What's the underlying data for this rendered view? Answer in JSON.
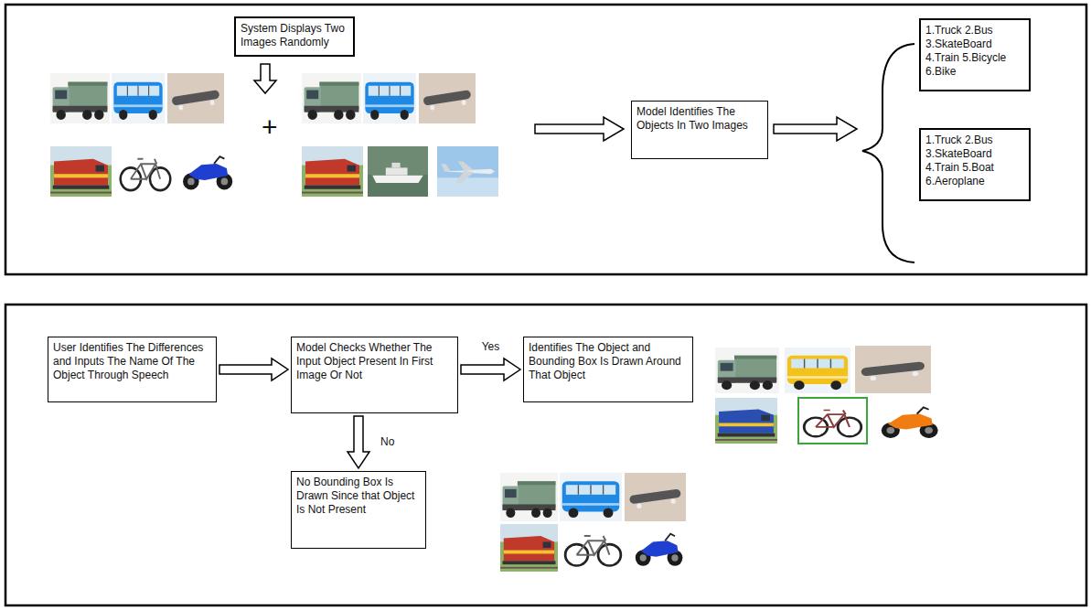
{
  "diagram": {
    "nodes": [
      {
        "text": [
          "System Displays Two Images Randomly"
        ]
      },
      {
        "text": [
          "Model Identifies The Objects In Two Images"
        ]
      },
      {
        "text": [
          "1.Truck 2.Bus 3.SkateBoard 4.Train 5.Bicycle 6.Bike"
        ]
      },
      {
        "text": [
          "1.Truck 2.Bus 3.SkateBoard 4.Train 5.Boat 6.Aeroplane"
        ]
      },
      {
        "text": [
          "User Identifies The Differences and Inputs The Name Of The Object Through Speech"
        ]
      },
      {
        "text": [
          "Model Checks Whether The Input Object Present In First Image Or Not"
        ]
      },
      {
        "text": [
          "Identifies The Object and Bounding Box Is Drawn Around That Object"
        ]
      },
      {
        "text": [
          "No Bounding Box Is Drawn Since that Object Is Not Present"
        ]
      }
    ],
    "edges": [
      {
        "from": 4,
        "to": 5,
        "arrow": "to"
      },
      {
        "from": 5,
        "to": 6,
        "label": "Yes",
        "arrow": "to"
      },
      {
        "from": 5,
        "to": 7,
        "label": "No",
        "arrow": "to"
      }
    ],
    "labels": [
      "+"
    ]
  }
}
